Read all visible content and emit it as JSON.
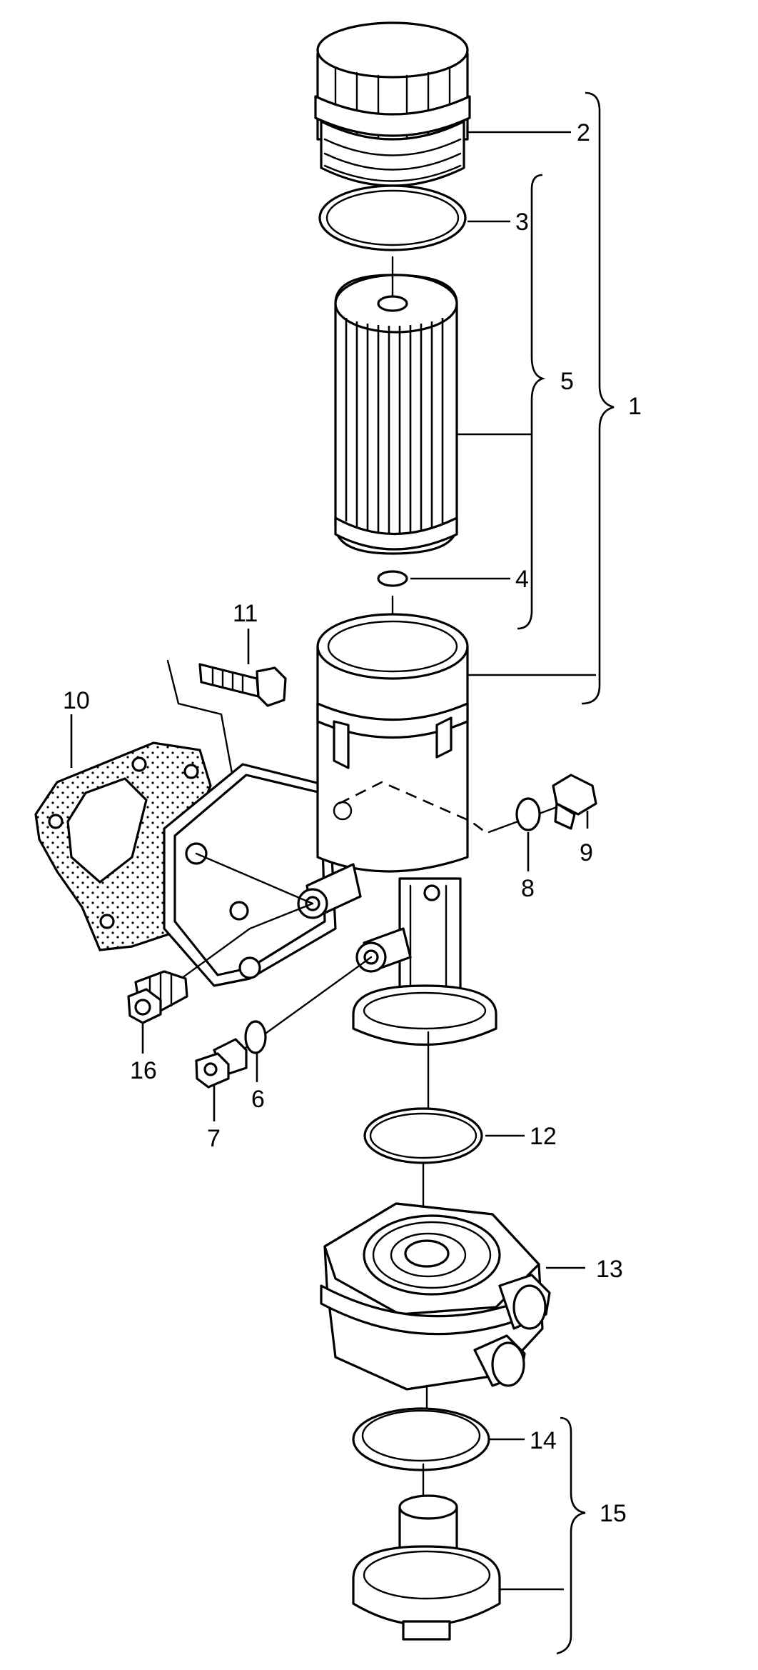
{
  "callouts": {
    "c1": "1",
    "c2": "2",
    "c3": "3",
    "c4": "4",
    "c5": "5",
    "c6": "6",
    "c7": "7",
    "c8": "8",
    "c9": "9",
    "c10": "10",
    "c11": "11",
    "c12": "12",
    "c13": "13",
    "c14": "14",
    "c15": "15",
    "c16": "16"
  },
  "colors": {
    "ink": "#000000",
    "paper": "#ffffff"
  }
}
